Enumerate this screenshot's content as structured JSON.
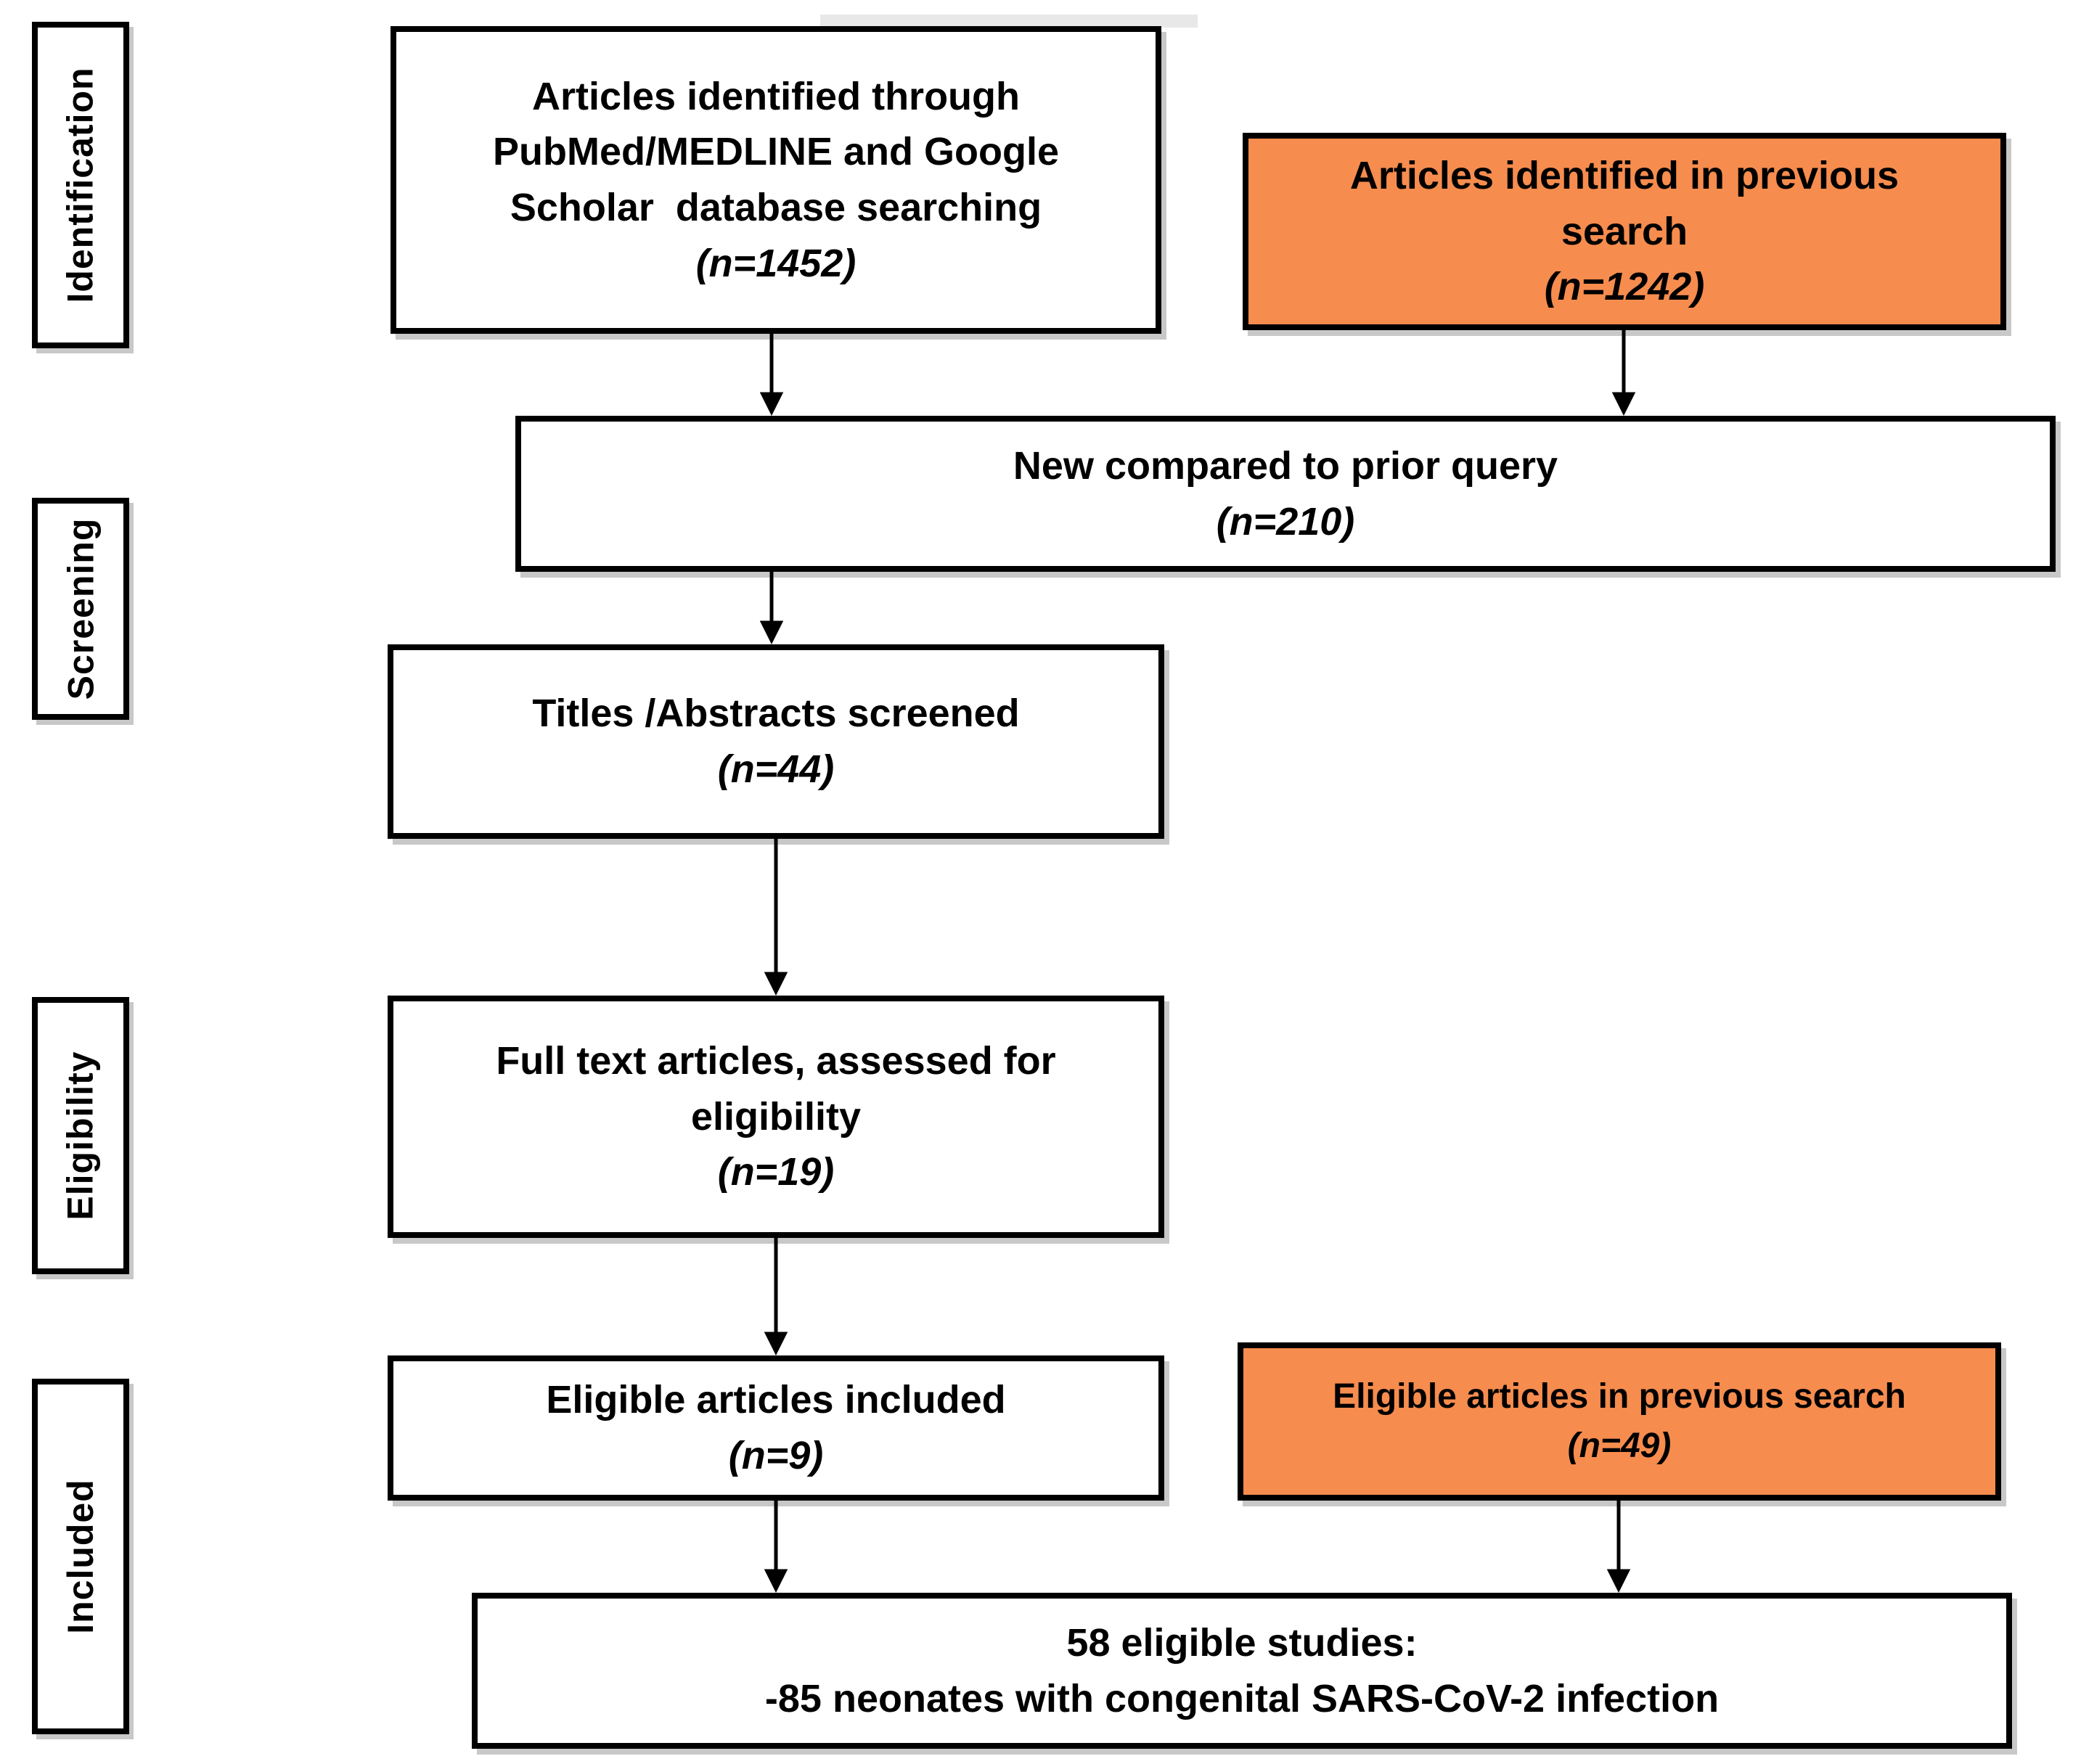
{
  "diagram": {
    "kind": "prisma-flow-diagram",
    "colors": {
      "orange_fill": "#F68C4E",
      "white_fill": "#FFFFFF",
      "box_border": "#000000",
      "arrow": "#000000",
      "shadow": "#C8C8C8"
    },
    "stages": [
      {
        "id": "identification",
        "label": "Identification"
      },
      {
        "id": "screening",
        "label": "Screening"
      },
      {
        "id": "eligibility",
        "label": "Eligibility"
      },
      {
        "id": "included",
        "label": "Included"
      }
    ],
    "boxes": [
      {
        "id": "identified",
        "fill": "white",
        "lines": [
          "Articles identified through",
          "PubMed/MEDLINE and Google",
          "Scholar  database searching"
        ],
        "n": "(n=1452)"
      },
      {
        "id": "previous-search",
        "fill": "orange",
        "lines": [
          "Articles identified in previous",
          "search"
        ],
        "n": "(n=1242)"
      },
      {
        "id": "new-query",
        "fill": "white",
        "lines": [
          "New compared to prior query"
        ],
        "n": "(n=210)"
      },
      {
        "id": "screened",
        "fill": "white",
        "lines": [
          "Titles /Abstracts screened"
        ],
        "n": "(n=44)"
      },
      {
        "id": "fulltext-assessed",
        "fill": "white",
        "lines": [
          "Full text articles, assessed for",
          "eligibility"
        ],
        "n": "(n=19)"
      },
      {
        "id": "eligible-included",
        "fill": "white",
        "lines": [
          "Eligible articles included"
        ],
        "n": "(n=9)"
      },
      {
        "id": "eligible-previous",
        "fill": "orange",
        "lines": [
          "Eligible articles in previous search"
        ],
        "n": "(n=49)"
      },
      {
        "id": "final-total",
        "fill": "white",
        "lines": [
          "58 eligible studies:",
          "-85 neonates with congenital SARS-CoV-2 infection"
        ],
        "n": ""
      }
    ]
  }
}
